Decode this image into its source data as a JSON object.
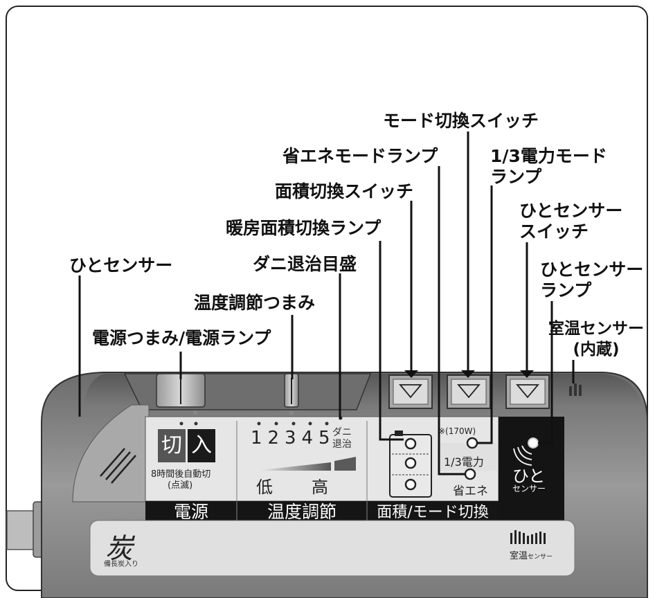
{
  "callouts": {
    "hito_sensor": "ひとセンサー",
    "power_knob": "電源つまみ/電源ランプ",
    "temp_knob": "温度調節つまみ",
    "dani_scale": "ダニ退治目盛",
    "heating_area_lamp": "暖房面積切換ランプ",
    "area_switch": "面積切換スイッチ",
    "eco_mode_lamp": "省エネモードランプ",
    "mode_switch": "モード切換スイッチ",
    "third_power_lamp_1": "1/3電力モード",
    "third_power_lamp_2": "ランプ",
    "hito_sensor_switch_1": "ひとセンサー",
    "hito_sensor_switch_2": "スイッチ",
    "hito_sensor_lamp_1": "ひとセンサー",
    "hito_sensor_lamp_2": "ランプ",
    "room_temp_sensor_1": "室温センサー",
    "room_temp_sensor_2": "(内蔵)"
  },
  "panel": {
    "power_off": "切",
    "power_on": "入",
    "auto_off_1": "8時間後自動切",
    "auto_off_2": "(点滅)",
    "temp_scale": [
      "1",
      "2",
      "3",
      "4",
      "5"
    ],
    "dani_1": "ダニ",
    "dani_2": "退治",
    "low": "低",
    "high": "高",
    "watt_note": "※(170W)",
    "third_power": "1/3電力",
    "eco": "省エネ",
    "hito": "ひと",
    "sensor": "センサー",
    "section_power": "電源",
    "section_temp": "温度調節",
    "section_area": "面積/モード切換",
    "charcoal_logo": "炭",
    "charcoal_caption": "備長炭入り",
    "room_temp": "室温",
    "room_temp_sensor": "センサー"
  },
  "colors": {
    "body_gray": "#8a8a8a",
    "panel_light": "#e6e6e6",
    "label_bar": "#151515",
    "dark_block": "#141414"
  }
}
